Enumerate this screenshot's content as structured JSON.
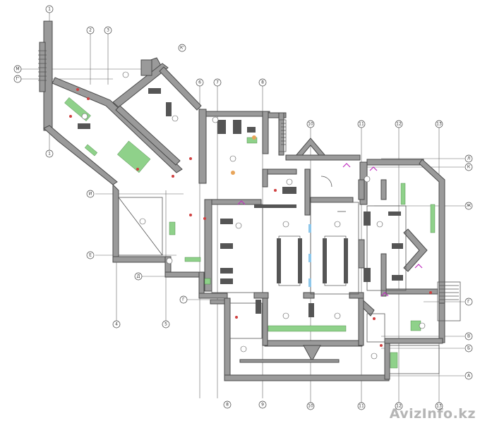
{
  "watermark": "AvizInfo.kz",
  "grid_axes_top": [
    {
      "id": "ax-1",
      "label": "1"
    },
    {
      "id": "ax-2",
      "label": "2"
    },
    {
      "id": "ax-3",
      "label": "3"
    },
    {
      "id": "ax-k1",
      "label": "К'"
    },
    {
      "id": "ax-6",
      "label": "6"
    },
    {
      "id": "ax-7",
      "label": "7"
    },
    {
      "id": "ax-8",
      "label": "8"
    },
    {
      "id": "ax-10",
      "label": "10"
    },
    {
      "id": "ax-11",
      "label": "11"
    },
    {
      "id": "ax-12",
      "label": "12"
    },
    {
      "id": "ax-13",
      "label": "13"
    }
  ],
  "grid_axes_left": [
    {
      "id": "ax-m",
      "label": "М"
    },
    {
      "id": "ax-g1",
      "label": "Г'"
    },
    {
      "id": "ax-i",
      "label": "И"
    },
    {
      "id": "ax-e",
      "label": "Е"
    },
    {
      "id": "ax-d",
      "label": "Д"
    },
    {
      "id": "ax-g",
      "label": "Г"
    },
    {
      "id": "ax-4",
      "label": "4"
    },
    {
      "id": "ax-5",
      "label": "5"
    },
    {
      "id": "ax-1b",
      "label": "1"
    }
  ],
  "grid_axes_right": [
    {
      "id": "ax-l",
      "label": "Л"
    },
    {
      "id": "ax-k",
      "label": "К"
    },
    {
      "id": "ax-zh",
      "label": "Ж"
    },
    {
      "id": "ax-gr",
      "label": "Г"
    },
    {
      "id": "ax-v",
      "label": "В"
    },
    {
      "id": "ax-b",
      "label": "Б"
    },
    {
      "id": "ax-a",
      "label": "А"
    }
  ],
  "grid_axes_bottom": [
    {
      "id": "ax-8b",
      "label": "8"
    },
    {
      "id": "ax-9b",
      "label": "9"
    },
    {
      "id": "ax-10b",
      "label": "10"
    },
    {
      "id": "ax-11b",
      "label": "11"
    },
    {
      "id": "ax-12b",
      "label": "12"
    },
    {
      "id": "ax-13b",
      "label": "13"
    }
  ]
}
